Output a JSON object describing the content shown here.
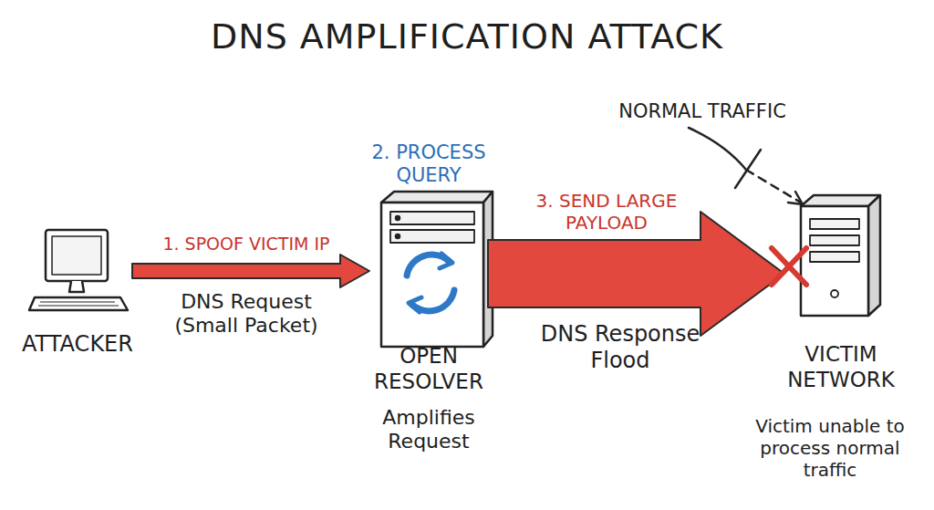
{
  "diagram": {
    "title": "DNS AMPLIFICATION ATTACK",
    "nodes": [
      {
        "text": [
          "ATTACKER"
        ]
      },
      {
        "text": [
          "2. PROCESS QUERY",
          "OPEN RESOLVER",
          "Amplifies Request"
        ]
      },
      {
        "text": [
          "VICTIM NETWORK",
          "Victim unable to process normal traffic"
        ]
      }
    ],
    "edges": [
      {
        "from": 0,
        "to": 1,
        "arrow": "to",
        "label": "1. SPOOF VICTIM IP"
      },
      {
        "from": 1,
        "to": 2,
        "arrow": "to",
        "label": "3. SEND LARGE PAYLOAD"
      }
    ],
    "labels": [
      "DNS Request (Small Packet)",
      "DNS Response Flood",
      "NORMAL TRAFFIC"
    ]
  }
}
